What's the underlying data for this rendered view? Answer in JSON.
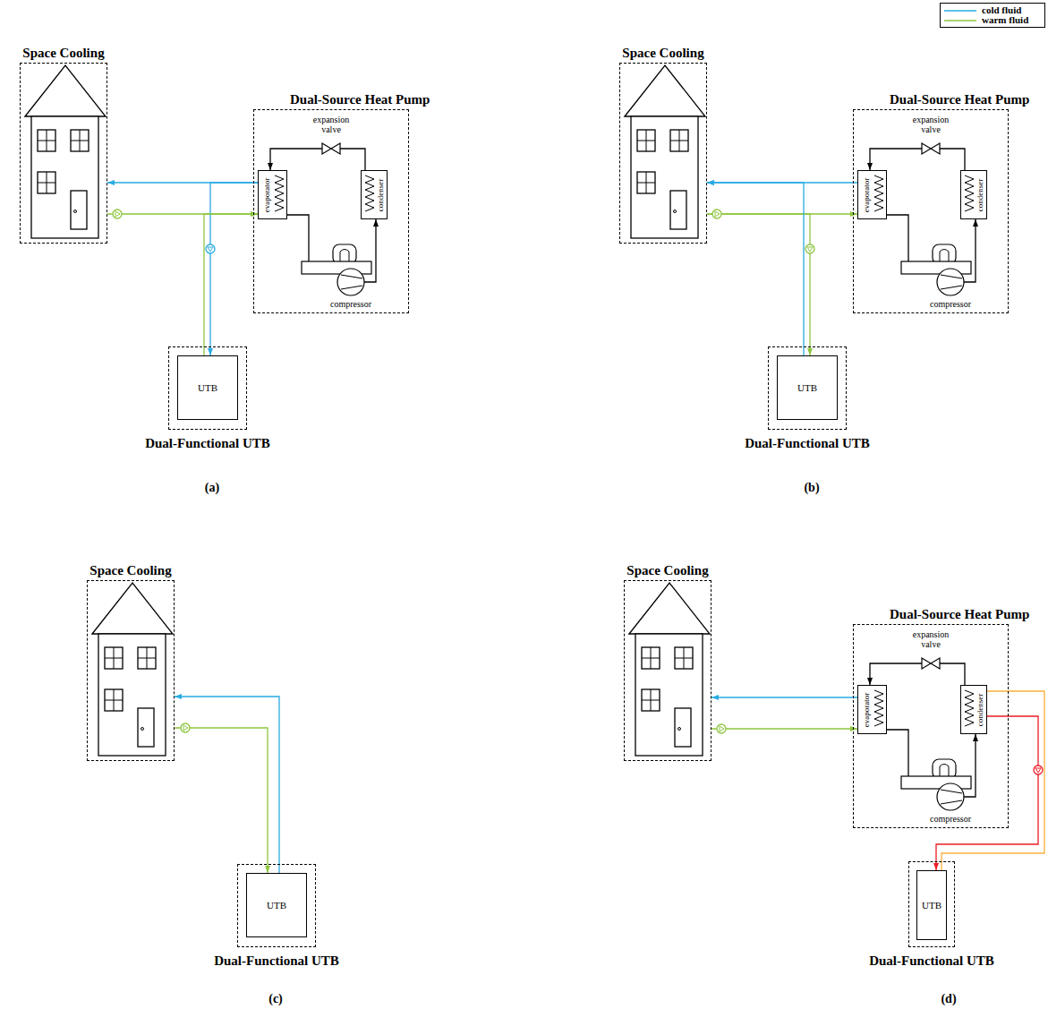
{
  "diagram": {
    "nodes": [
      {
        "text": [
          "Space Cooling"
        ]
      },
      {
        "text": [
          "Dual-Source Heat Pump"
        ]
      },
      {
        "text": [
          "evaporator"
        ],
        "in": 1
      },
      {
        "text": [
          "condenser"
        ],
        "in": 1
      },
      {
        "text": [
          "Dual-Functional UTB"
        ]
      },
      {
        "text": [
          "UTB"
        ],
        "in": 4
      },
      {
        "text": [
          "Space Cooling"
        ]
      },
      {
        "text": [
          "Dual-Source Heat Pump"
        ]
      },
      {
        "text": [
          "evaporator"
        ],
        "in": 7
      },
      {
        "text": [
          "condenser"
        ],
        "in": 7
      },
      {
        "text": [
          "Dual-Functional UTB"
        ]
      },
      {
        "text": [
          "UTB"
        ],
        "in": 10
      },
      {
        "text": [
          "Space Cooling"
        ]
      },
      {
        "text": [
          "Dual-Functional UTB"
        ]
      },
      {
        "text": [
          "UTB"
        ],
        "in": 13
      },
      {
        "text": [
          "Space Cooling"
        ]
      },
      {
        "text": [
          "Dual-Source Heat Pump"
        ]
      },
      {
        "text": [
          "evaporator"
        ],
        "in": 16
      },
      {
        "text": [
          "condenser"
        ],
        "in": 16
      },
      {
        "text": [
          "Dual-Functional UTB"
        ]
      },
      {
        "text": [
          "UTB"
        ],
        "in": 19
      }
    ],
    "edges": [
      {
        "from": 2,
        "to": 0,
        "arrow": "to"
      },
      {
        "from": 0,
        "to": 2,
        "arrow": "to"
      },
      {
        "from": 2,
        "to": 5,
        "arrow": "to"
      },
      {
        "from": 5,
        "to": 2,
        "arrow": "to"
      },
      {
        "from": 3,
        "to": 2,
        "arrow": "to"
      },
      {
        "from": 2,
        "to": 3,
        "arrow": "to"
      },
      {
        "from": 8,
        "to": 6,
        "arrow": "to"
      },
      {
        "from": 6,
        "to": 8,
        "arrow": "to"
      },
      {
        "from": 6,
        "to": 11,
        "arrow": "to"
      },
      {
        "from": 11,
        "to": 6,
        "arrow": "to"
      },
      {
        "from": 9,
        "to": 8,
        "arrow": "to"
      },
      {
        "from": 8,
        "to": 9,
        "arrow": "to"
      },
      {
        "from": 14,
        "to": 12,
        "arrow": "to"
      },
      {
        "from": 12,
        "to": 14,
        "arrow": "to"
      },
      {
        "from": 17,
        "to": 15,
        "arrow": "to"
      },
      {
        "from": 15,
        "to": 17,
        "arrow": "to"
      },
      {
        "from": 18,
        "to": 20,
        "arrow": "to"
      },
      {
        "from": 20,
        "to": 18,
        "arrow": "none"
      },
      {
        "from": 18,
        "to": 17,
        "arrow": "to"
      },
      {
        "from": 17,
        "to": 18,
        "arrow": "to"
      }
    ],
    "labels": [
      "expansion valve",
      "compressor",
      "(a)",
      "expansion valve",
      "compressor",
      "(b)",
      "(c)",
      "expansion valve",
      "compressor",
      "(d)"
    ],
    "legend": [
      {
        "text": "cold fluid",
        "color": "#29abe2"
      },
      {
        "text": "warm fluid",
        "color": "#8dc63f"
      }
    ]
  }
}
